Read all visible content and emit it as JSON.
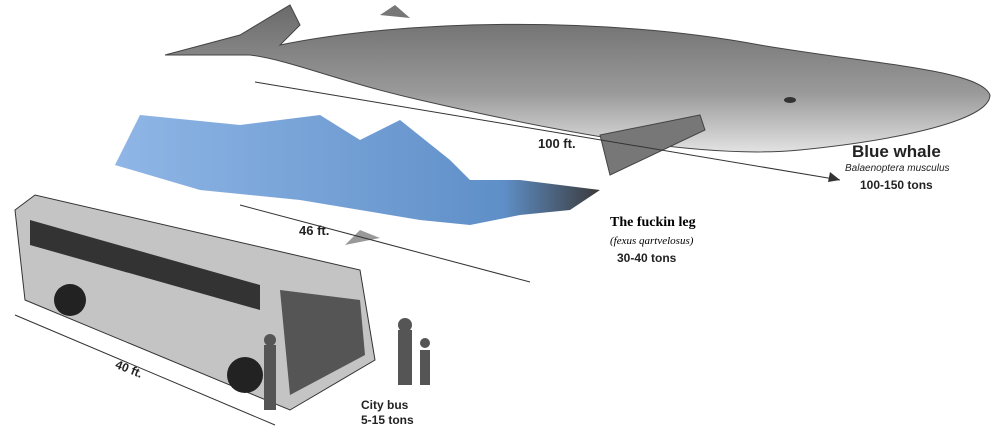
{
  "whale": {
    "length": "100 ft.",
    "name": "Blue whale",
    "species": "Balaenoptera musculus",
    "weight": "100-150 tons",
    "color": "#8a8a8a"
  },
  "leg": {
    "length": "46 ft.",
    "name": "The fuckin leg",
    "species": "(fexus qartvelosus)",
    "weight": "30-40 tons",
    "color": "#6f9fd8"
  },
  "bus": {
    "length": "40 ft.",
    "name": "City bus",
    "weight": "5-15 tons",
    "color": "#b9b9b9"
  }
}
